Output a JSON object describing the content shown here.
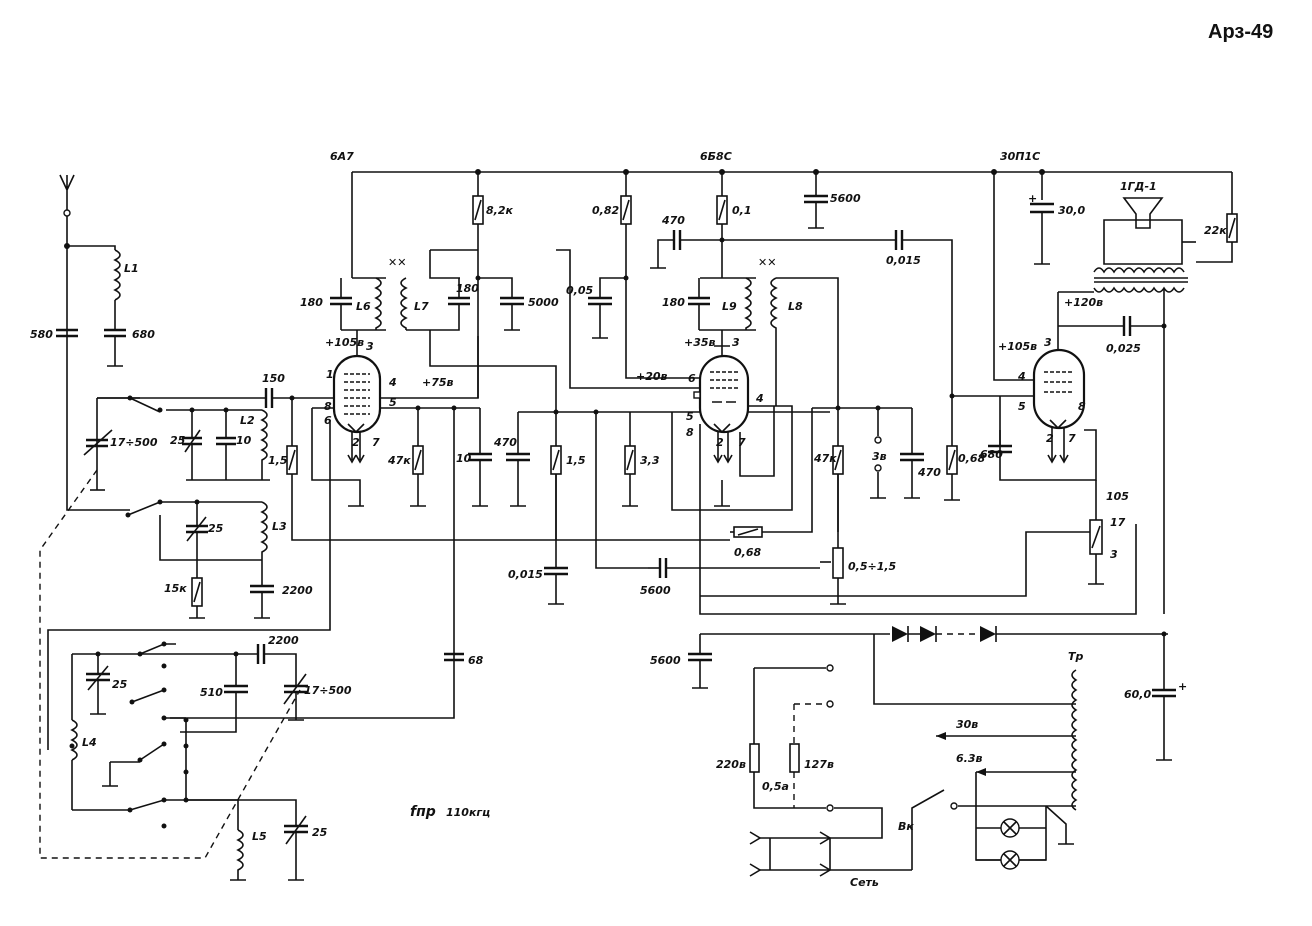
{
  "title": "Арз-49",
  "tubes": {
    "v1": {
      "type": "6А7",
      "anode_voltage": "+105в",
      "screen_voltage": "+75в"
    },
    "v2": {
      "type": "6Б8С",
      "anode_voltage": "+35в",
      "grid_voltage": "+20в"
    },
    "v3": {
      "type": "30П1С",
      "anode_voltage": "+105в",
      "supply_voltage": "+120в"
    }
  },
  "coils": [
    "L1",
    "L2",
    "L3",
    "L4",
    "L5",
    "L6",
    "L7",
    "L8",
    "L9"
  ],
  "speaker": "1ГД-1",
  "if_label": "fпр",
  "if_value": "110кгц",
  "components": {
    "c580": "580",
    "c680a": "680",
    "c17_500a": "17÷500",
    "c25a": "25",
    "c10a": "10",
    "c150": "150",
    "r1_5a": "1,5",
    "c25b": "25",
    "r15k": "15к",
    "c2200a": "2200",
    "c180a": "180",
    "c180b": "180",
    "r8_2k": "8,2к",
    "c5000": "5000",
    "r47k_a": "47к",
    "c10b": "10",
    "c470a": "470",
    "r1_5b": "1,5",
    "r3_3": "3,3",
    "c0_015a": "0,015",
    "r0_82": "0,82",
    "r0_1": "0,1",
    "c470b": "470",
    "c0_05": "0,05",
    "c180c": "180",
    "c5600a": "5600",
    "c0_015b": "0,015",
    "r47k_b": "47к",
    "v3label": "3в",
    "c470c": "470",
    "r0_68a": "0,68",
    "c680b": "680",
    "r0_68b": "0,68",
    "pot": "0,5÷1,5",
    "c5600b": "5600",
    "c30": "30,0",
    "r22k": "22к",
    "c0_025": "0,025",
    "tap105": "105",
    "tap17": "17",
    "tap3": "3",
    "c5600c": "5600",
    "c60": "60,0",
    "c25c": "25",
    "c510": "510",
    "c2200b": "2200",
    "c17_500b": "17÷500",
    "c68": "68",
    "c25d": "25"
  },
  "power": {
    "transformer": "Тр",
    "v30": "30в",
    "v6_3": "6.3в",
    "v220": "220в",
    "v127": "127в",
    "fuse": "0,5а",
    "switch": "Вк",
    "mains": "Сеть"
  }
}
